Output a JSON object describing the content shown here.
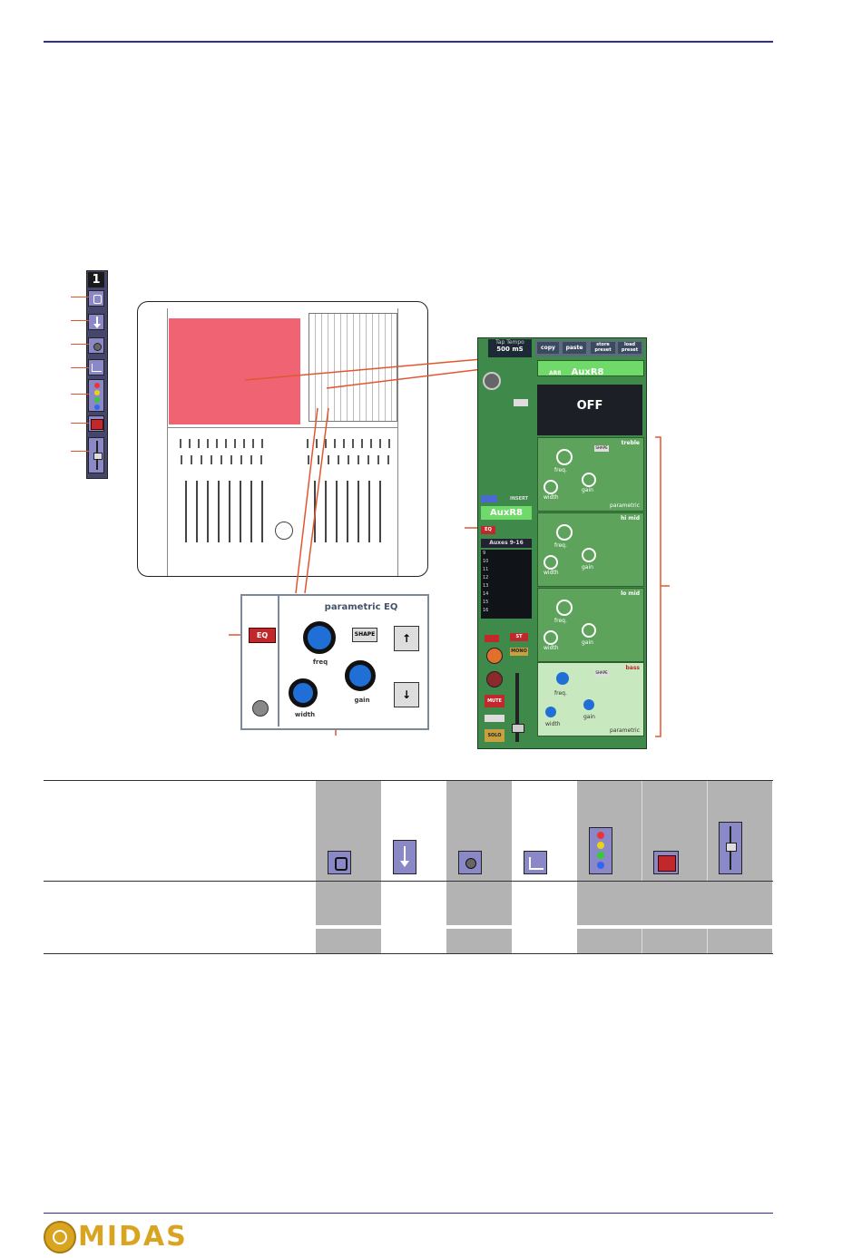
{
  "left_strip": {
    "channel_number": "1"
  },
  "eq_panel": {
    "title": "parametric EQ",
    "eq_button": "EQ",
    "shape_button": "SHAPE",
    "freq_label": "freq",
    "gain_label": "gain",
    "width_label": "width"
  },
  "gui": {
    "tap_tempo_label": "Tap Tempo",
    "tap_tempo_value": "500 mS",
    "copy": "copy",
    "paste": "paste",
    "store_preset": "store preset",
    "load_preset": "load preset",
    "channel_code": "AR8",
    "channel_name": "AuxR8",
    "status": "OFF",
    "band_treble": "treble",
    "band_hi_mid": "hi mid",
    "band_lo_mid": "lo mid",
    "band_bass": "bass",
    "freq": "freq.",
    "gain": "gain",
    "width": "width",
    "parametric": "parametric",
    "shape": "SHAPE",
    "strip_name": "AuxR8",
    "eq_btn": "EQ",
    "insert": "INSERT",
    "auxes": "Auxes 9-16",
    "aux_rows": [
      "9",
      "10",
      "11",
      "12",
      "13",
      "14",
      "15",
      "16"
    ],
    "mute": "MUTE",
    "solo": "SOLO",
    "mono": "MONO",
    "st": "ST"
  },
  "colors": {
    "accent_rule": "#2f2f8f",
    "callout": "#e2562f",
    "pink": "#f06373",
    "green": "#3f8a4a",
    "knob_blue": "#1f6fd6"
  },
  "footer": {
    "logo_text": "MIDAS"
  }
}
